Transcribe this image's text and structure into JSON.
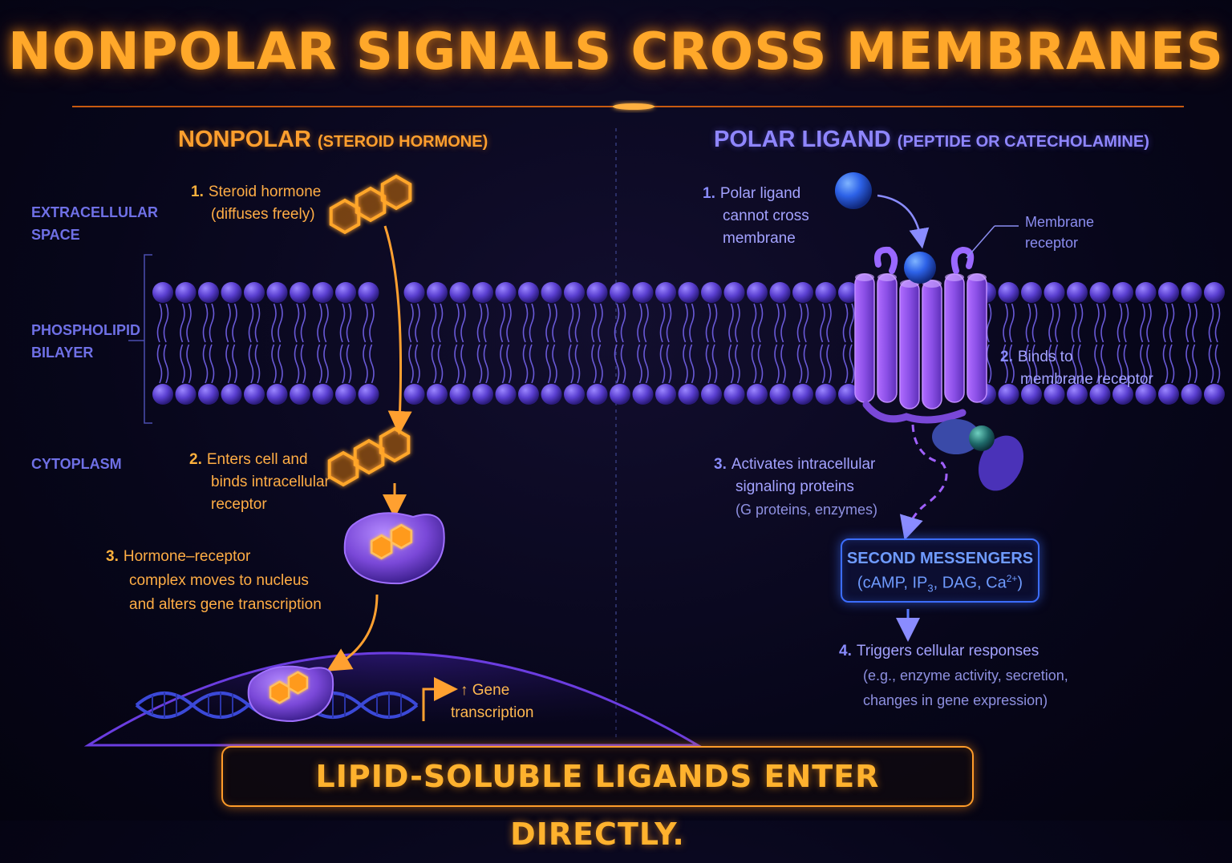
{
  "title": "NONPOLAR SIGNALS CROSS MEMBRANES",
  "left": {
    "heading": "NONPOLAR",
    "heading_sub": "(STEROID HORMONE)",
    "steps": [
      {
        "num": "1.",
        "lines": [
          "Steroid hormone",
          "(diffuses freely)"
        ]
      },
      {
        "num": "2.",
        "lines": [
          "Enters cell and",
          "binds intracellular",
          "receptor"
        ]
      },
      {
        "num": "3.",
        "lines": [
          "Hormone–receptor",
          "complex moves to nucleus",
          "and alters gene transcription"
        ]
      }
    ],
    "gene_label": [
      "↑ Gene",
      "transcription"
    ]
  },
  "regions": {
    "extracellular": [
      "EXTRACELLULAR",
      "SPACE"
    ],
    "bilayer": [
      "PHOSPHOLIPID",
      "BILAYER"
    ],
    "cytoplasm": "CYTOPLASM"
  },
  "right": {
    "heading": "POLAR LIGAND",
    "heading_sub": "(PEPTIDE OR CATECHOLAMINE)",
    "steps": [
      {
        "num": "1.",
        "lines": [
          "Polar ligand",
          "cannot cross",
          "membrane"
        ]
      },
      {
        "num": "2.",
        "lines": [
          "Binds to",
          "membrane receptor"
        ]
      },
      {
        "num": "3.",
        "lines": [
          "Activates intracellular",
          "signaling proteins"
        ],
        "sub": "(G proteins, enzymes)"
      },
      {
        "num": "4.",
        "lines": [
          "Triggers cellular responses"
        ],
        "sub_lines": [
          "(e.g., enzyme activity, secretion,",
          "changes in gene expression)"
        ]
      }
    ],
    "receptor_label": [
      "Membrane",
      "receptor"
    ],
    "second_messengers": {
      "title": "SECOND MESSENGERS",
      "body_pre": "(cAMP, IP",
      "body_sub": "3",
      "body_mid": ", DAG, Ca",
      "body_sup": "2+",
      "body_post": ")"
    }
  },
  "banner": "LIPID-SOLUBLE LIGANDS ENTER DIRECTLY.",
  "colors": {
    "accent_orange": "#ff9f2e",
    "accent_blue": "#8f86ff",
    "membrane_purple": "#5a3fd0",
    "second_messenger_blue": "#3c6dff"
  }
}
